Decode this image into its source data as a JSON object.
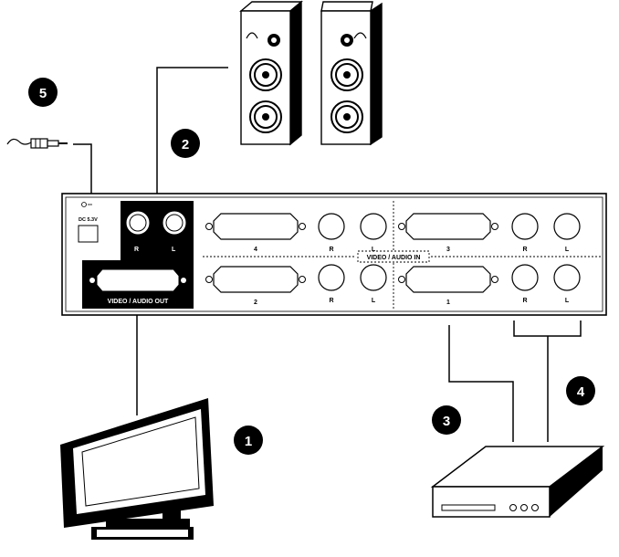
{
  "power": {
    "label": "DC 5.3V"
  },
  "output_panel": {
    "right_label": "R",
    "left_label": "L",
    "label": "VIDEO / AUDIO OUT"
  },
  "inputs": {
    "section_label": "VIDEO / AUDIO IN",
    "ports": [
      {
        "number": "4",
        "right_label": "R",
        "left_label": "L"
      },
      {
        "number": "3",
        "right_label": "R",
        "left_label": "L"
      },
      {
        "number": "2",
        "right_label": "R",
        "left_label": "L"
      },
      {
        "number": "1",
        "right_label": "R",
        "left_label": "L"
      }
    ]
  },
  "callouts": [
    "1",
    "2",
    "3",
    "4",
    "5"
  ],
  "devices": {
    "monitor": "monitor-icon",
    "speakers": "speaker-icon",
    "source": "dvd-player-icon",
    "power_adapter": "power-plug-icon"
  }
}
